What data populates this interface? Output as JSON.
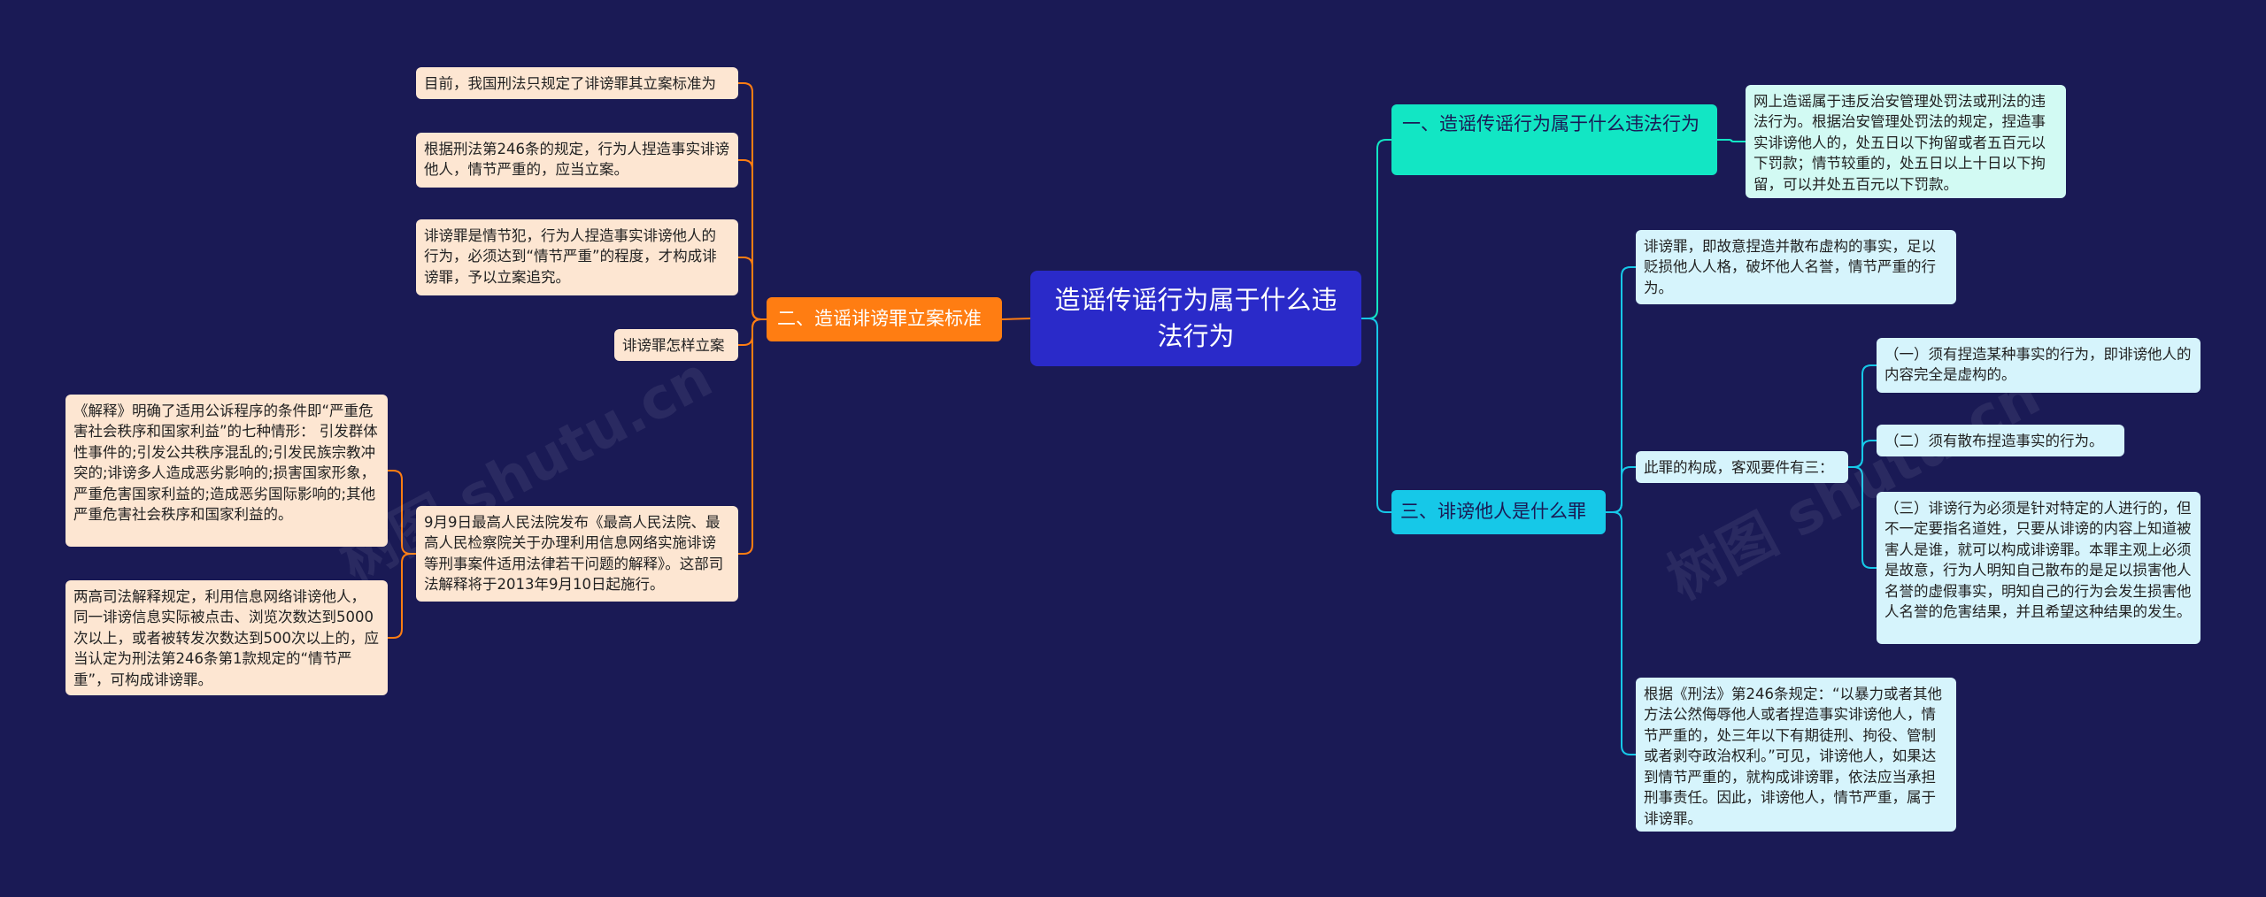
{
  "root": {
    "label": "造谣传谣行为属于什么违法行为"
  },
  "branches": {
    "b1": {
      "label": "一、造谣传谣行为属于什么违法行为",
      "leaves": [
        "网上造谣属于违反治安管理处罚法或刑法的违法行为。根据治安管理处罚法的规定，捏造事实诽谤他人的，处五日以下拘留或者五百元以下罚款；情节较重的，处五日以上十日以下拘留，可以并处五百元以下罚款。"
      ]
    },
    "b2": {
      "label": "二、造谣诽谤罪立案标准",
      "leaves": [
        "目前，我国刑法只规定了诽谤罪其立案标准为",
        "根据刑法第246条的规定，行为人捏造事实诽谤他人，情节严重的，应当立案。",
        "诽谤罪是情节犯，行为人捏造事实诽谤他人的行为，必须达到“情节严重”的程度，才构成诽谤罪，予以立案追究。",
        "诽谤罪怎样立案",
        "9月9日最高人民法院发布《最高人民法院、最高人民检察院关于办理利用信息网络实施诽谤等刑事案件适用法律若干问题的解释》。这部司法解释将于2013年9月10日起施行。"
      ],
      "sub_leaves": [
        "《解释》明确了适用公诉程序的条件即“严重危害社会秩序和国家利益”的七种情形：  引发群体性事件的;引发公共秩序混乱的;引发民族宗教冲突的;诽谤多人造成恶劣影响的;损害国家形象，严重危害国家利益的;造成恶劣国际影响的;其他严重危害社会秩序和国家利益的。",
        "两高司法解释规定，利用信息网络诽谤他人，同一诽谤信息实际被点击、浏览次数达到5000次以上，或者被转发次数达到500次以上的，应当认定为刑法第246条第1款规定的“情节严重”，可构成诽谤罪。"
      ]
    },
    "b3": {
      "label": "三、诽谤他人是什么罪",
      "leaves": [
        "诽谤罪，即故意捏造并散布虚构的事实，足以贬损他人人格，破坏他人名誉，情节严重的行为。",
        "此罪的构成，客观要件有三：",
        "根据《刑法》第246条规定：“以暴力或者其他方法公然侮辱他人或者捏造事实诽谤他人，情节严重的，处三年以下有期徒刑、拘役、管制或者剥夺政治权利。”可见，诽谤他人，如果达到情节严重的，就构成诽谤罪，依法应当承担刑事责任。因此，诽谤他人，情节严重，属于诽谤罪。"
      ],
      "sub_leaves": [
        "（一）须有捏造某种事实的行为，即诽谤他人的内容完全是虚构的。",
        "（二）须有散布捏造事实的行为。",
        "（三）诽谤行为必须是针对特定的人进行的，但不一定要指名道姓，只要从诽谤的内容上知道被害人是谁，就可以构成诽谤罪。本罪主观上必须是故意，行为人明知自己散布的是足以损害他人名誉的虚假事实，明知自己的行为会发生损害他人名誉的危害结果，并且希望这种结果的发生。"
      ]
    }
  },
  "colors": {
    "background": "#1a1a55",
    "root": "#2a2ac9",
    "orange": "#ff7d12",
    "teal": "#12e6c4",
    "cyan": "#16c8e8"
  }
}
